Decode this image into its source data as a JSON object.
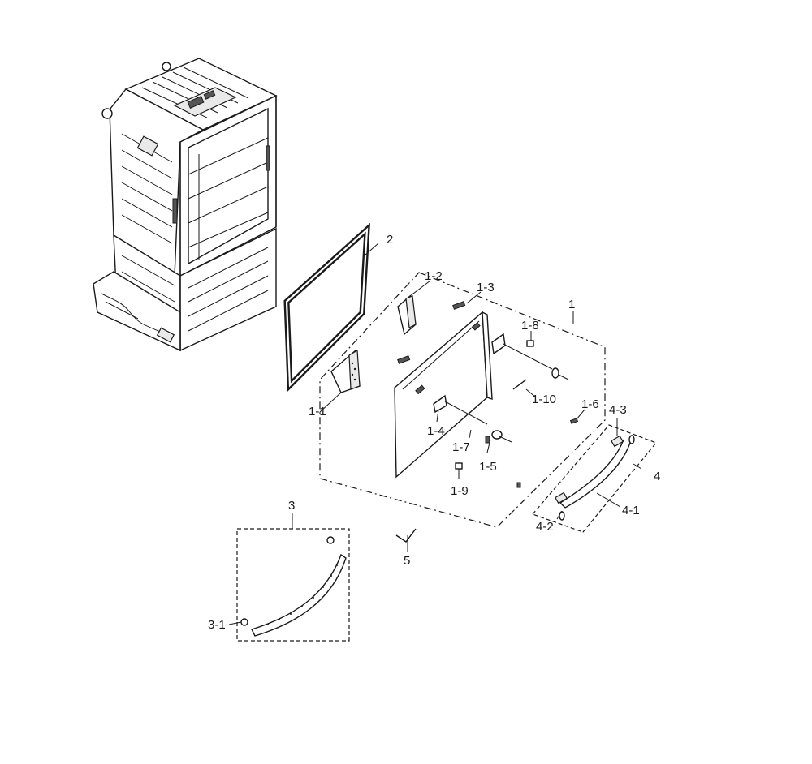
{
  "diagram": {
    "callouts": {
      "c1": "1",
      "c1_1": "1-1",
      "c1_2": "1-2",
      "c1_3": "1-3",
      "c1_4": "1-4",
      "c1_5": "1-5",
      "c1_6": "1-6",
      "c1_7": "1-7",
      "c1_8": "1-8",
      "c1_9": "1-9",
      "c1_10": "1-10",
      "c2": "2",
      "c3": "3",
      "c3_1": "3-1",
      "c4": "4",
      "c4_1": "4-1",
      "c4_2": "4-2",
      "c4_3": "4-3",
      "c5": "5"
    }
  }
}
